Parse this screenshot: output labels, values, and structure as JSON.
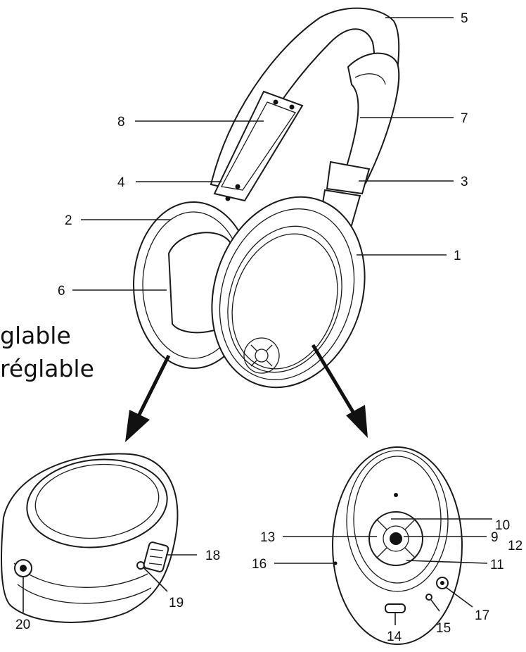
{
  "callouts": [
    {
      "id": "1",
      "label": "1"
    },
    {
      "id": "2",
      "label": "2"
    },
    {
      "id": "3",
      "label": "3"
    },
    {
      "id": "4",
      "label": "4"
    },
    {
      "id": "5",
      "label": "5"
    },
    {
      "id": "6",
      "label": "6"
    },
    {
      "id": "7",
      "label": "7"
    },
    {
      "id": "8",
      "label": "8"
    },
    {
      "id": "9",
      "label": "9"
    },
    {
      "id": "10",
      "label": "10"
    },
    {
      "id": "11",
      "label": "11"
    },
    {
      "id": "12",
      "label": "12"
    },
    {
      "id": "13",
      "label": "13"
    },
    {
      "id": "14",
      "label": "14"
    },
    {
      "id": "15",
      "label": "15"
    },
    {
      "id": "16",
      "label": "16"
    },
    {
      "id": "17",
      "label": "17"
    },
    {
      "id": "18",
      "label": "18"
    },
    {
      "id": "19",
      "label": "19"
    },
    {
      "id": "20",
      "label": "20"
    }
  ],
  "caption": {
    "line1": "glable",
    "line2": "réglable"
  }
}
